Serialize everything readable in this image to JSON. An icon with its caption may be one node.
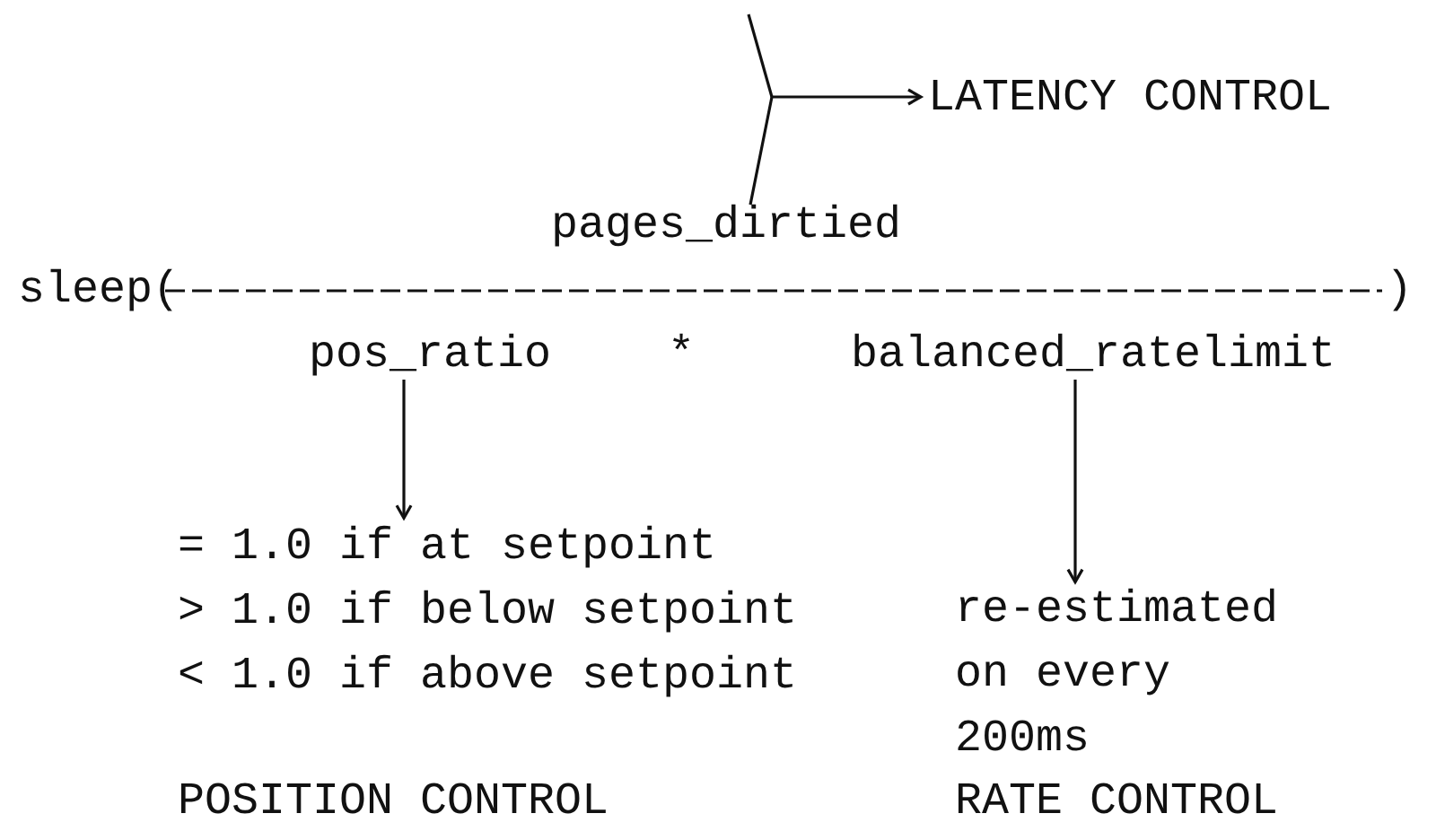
{
  "diagram": {
    "nodes": [
      {
        "text": [
          "LATENCY CONTROL"
        ]
      },
      {
        "text": [
          "pages_dirtied"
        ]
      },
      {
        "text": [
          "pos_ratio"
        ]
      },
      {
        "text": [
          "balanced_ratelimit"
        ]
      },
      {
        "text": [
          "= 1.0 if at setpoint",
          "> 1.0 if below setpoint",
          "< 1.0 if above setpoint"
        ]
      },
      {
        "text": [
          "re-estimated on every 200ms"
        ]
      }
    ],
    "edges": [
      {
        "from": 1,
        "to": 0,
        "arrow": "to"
      },
      {
        "from": 2,
        "to": 4,
        "arrow": "to"
      },
      {
        "from": 3,
        "to": 5,
        "arrow": "to"
      }
    ],
    "labels": [
      "sleep(",
      "*",
      ")",
      "POSITION CONTROL",
      "RATE CONTROL"
    ]
  }
}
